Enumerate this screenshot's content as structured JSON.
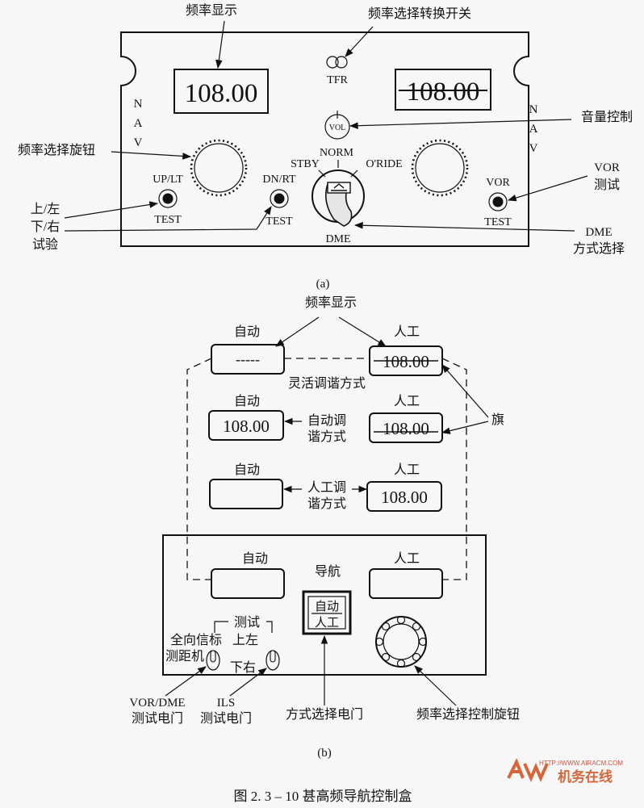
{
  "part_a": {
    "label": "(a)",
    "callouts": {
      "freq_display": "频率显示",
      "freq_switch": "频率选择转换开关",
      "volume": "音量控制",
      "freq_knob": "频率选择旋钮",
      "up_down_line1": "上/左",
      "up_down_line2": "下/右",
      "up_down_line3": "试验",
      "vor_line1": "VOR",
      "vor_line2": "测试",
      "dme_line1": "DME",
      "dme_line2": "方式选择"
    },
    "panel": {
      "left_freq": "108.00",
      "right_freq": "108.00",
      "nav_letters": [
        "N",
        "A",
        "V"
      ],
      "tfr": "TFR",
      "vol": "VOL",
      "norm": "NORM",
      "stby": "STBY",
      "oride": "O'RIDE",
      "dme": "DME",
      "up_lt": "UP/LT",
      "dn_rt": "DN/RT",
      "vor": "VOR",
      "test": "TEST"
    }
  },
  "part_b": {
    "label": "(b)",
    "freq_display": "频率显示",
    "auto": "自动",
    "manual": "人工",
    "flex_mode": "灵活调谐方式",
    "auto_mode_line1": "自动调",
    "auto_mode_line2": "谐方式",
    "manual_mode_line1": "人工调",
    "manual_mode_line2": "谐方式",
    "flag": "旗",
    "dashes": "-----",
    "freq": "108.00",
    "nav": "导航",
    "mode_switch_line1": "自动",
    "mode_switch_line2": "人工",
    "test_label": "测试",
    "up_left": "上左",
    "down_right": "下右",
    "omni_beacon": "全向信标",
    "dme_label": "测距机",
    "vor_dme_line1": "VOR/DME",
    "vor_dme_line2": "测试电门",
    "ils_line1": "ILS",
    "ils_line2": "测试电门",
    "mode_select_switch": "方式选择电门",
    "freq_control_knob": "频率选择控制旋钮"
  },
  "caption": "图 2. 3 – 10    甚高频导航控制盒",
  "watermark": {
    "url": "HTTP://WWW.AIRACM.COM",
    "brand": "机务在线"
  }
}
